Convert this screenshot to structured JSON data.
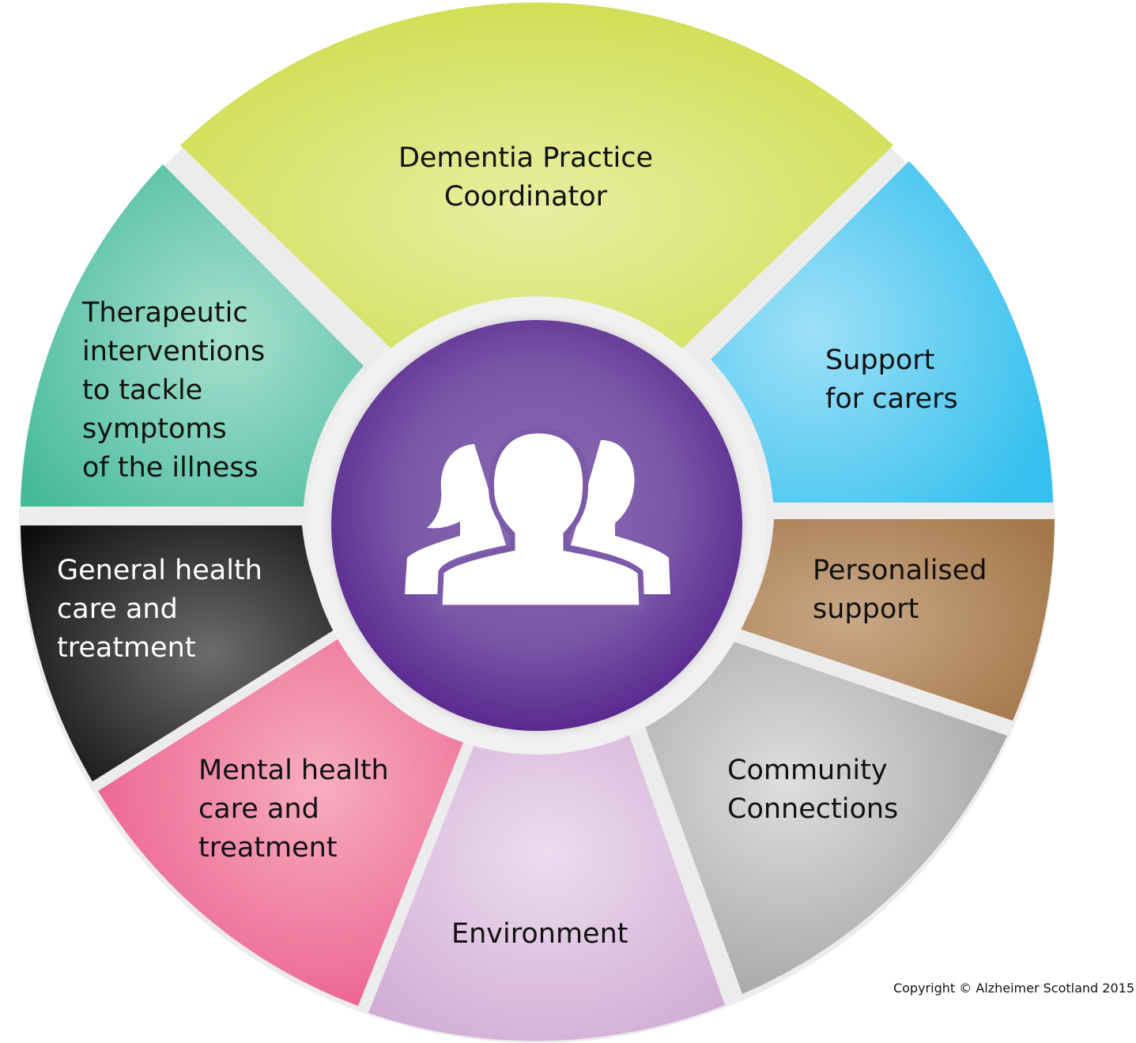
{
  "diagram": {
    "segments": [
      {
        "id": "dementia-practice-coordinator",
        "lines": [
          "Dementia Practice",
          "Coordinator"
        ],
        "color": "#d4e157"
      },
      {
        "id": "support-for-carers",
        "lines": [
          "Support",
          "for carers"
        ],
        "color": "#3fc3ee"
      },
      {
        "id": "personalised-support",
        "lines": [
          "Personalised",
          "support"
        ],
        "color": "#a67c52"
      },
      {
        "id": "community-connections",
        "lines": [
          "Community",
          "Connections"
        ],
        "color": "#a8a8a8"
      },
      {
        "id": "environment",
        "lines": [
          "Environment"
        ],
        "color": "#d5b3d8"
      },
      {
        "id": "mental-health-care",
        "lines": [
          "Mental health",
          "care and",
          "treatment"
        ],
        "color": "#ec5f8a"
      },
      {
        "id": "general-health-care",
        "lines": [
          "General health",
          "care and",
          "treatment"
        ],
        "color": "#111111"
      },
      {
        "id": "therapeutic-interventions",
        "lines": [
          "Therapeutic",
          "interventions",
          "to tackle",
          "symptoms",
          "of the illness"
        ],
        "color": "#4dbf9f"
      }
    ],
    "center": {
      "icon": "people-group-icon",
      "color": "#5e2f91"
    }
  },
  "footer": {
    "copyright": "Copyright © Alzheimer Scotland 2015"
  }
}
